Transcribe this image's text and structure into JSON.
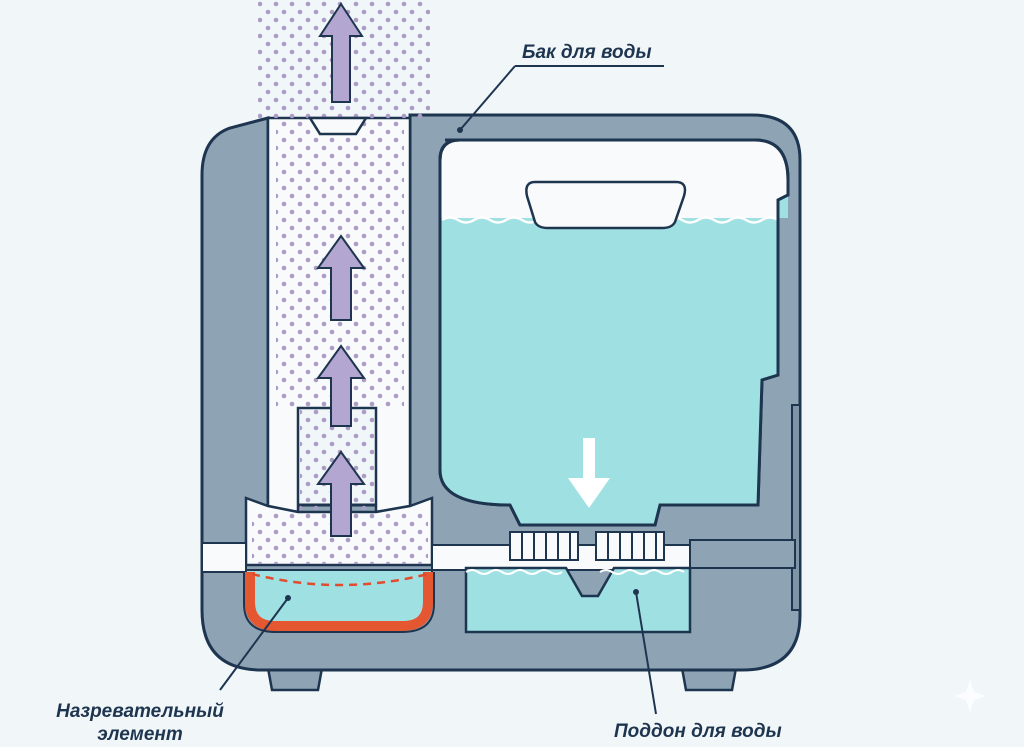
{
  "labels": {
    "tank": "Бак для воды",
    "heater": "Назревательный элемент",
    "tray": "Поддон для воды"
  },
  "colors": {
    "background": "#f1f6f8",
    "body_fill": "#8ea4b5",
    "outline": "#1e3550",
    "inner_light": "#f8fafb",
    "water": "#9fe0e2",
    "steam_dots": "#ab9bc7",
    "arrow_fill": "#b3a6d1",
    "heater_element": "#e45731",
    "heater_dash": "#e24b2d"
  },
  "icons": {
    "steam_arrows": "up-arrow-icon",
    "flow_arrow": "down-arrow-icon"
  }
}
